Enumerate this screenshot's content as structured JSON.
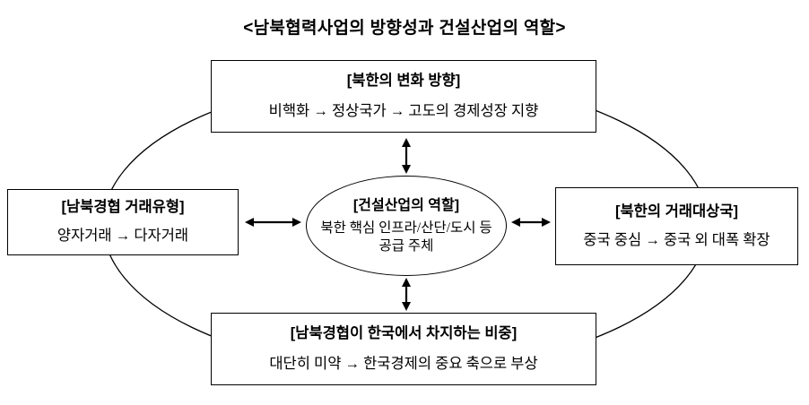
{
  "title": "<남북협력사업의 방향성과 건설산업의 역할>",
  "nodes": {
    "top": {
      "heading": "[북한의 변화 방향]",
      "body": "비핵화 → 정상국가 → 고도의 경제성장 지향"
    },
    "left": {
      "heading": "[남북경협 거래유형]",
      "body": "양자거래 → 다자거래"
    },
    "right": {
      "heading": "[북한의 거래대상국]",
      "body": "중국 중심 → 중국 외 대폭 확장"
    },
    "bottom": {
      "heading": "[남북경협이 한국에서 차지하는 비중]",
      "body": "대단히 미약 → 한국경제의 중요 축으로 부상"
    },
    "center": {
      "heading": "[건설산업의 역할]",
      "body": "북한 핵심 인프라/산단/도시 등 공급 주체"
    }
  },
  "colors": {
    "stroke": "#000000",
    "background": "#ffffff"
  }
}
